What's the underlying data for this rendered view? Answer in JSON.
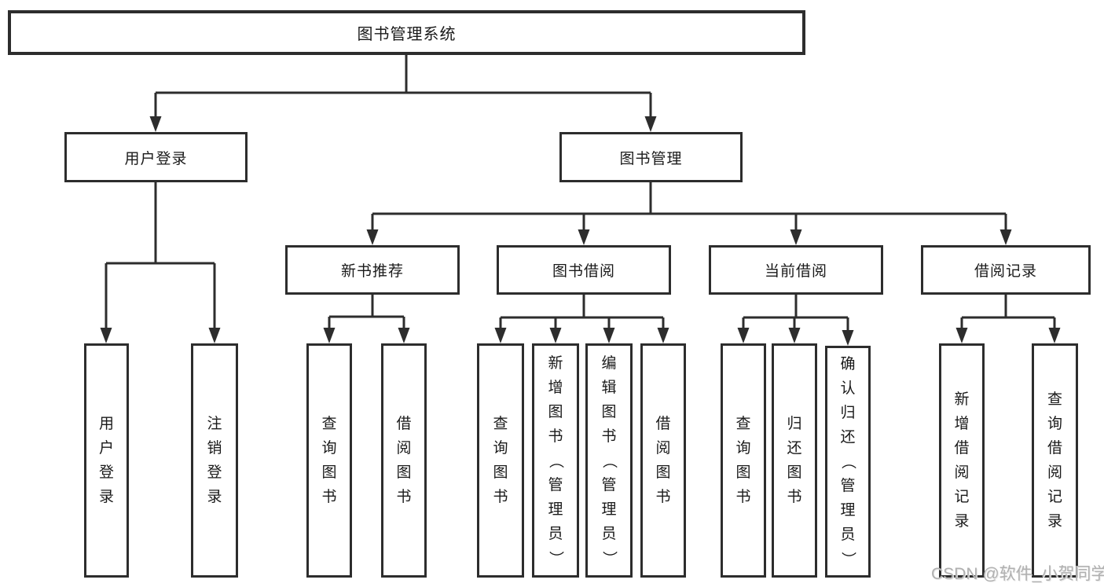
{
  "diagram": {
    "root": {
      "label": "图书管理系统"
    },
    "branches": [
      {
        "label": "用户登录",
        "children": [
          {
            "label": "用户登录"
          },
          {
            "label": "注销登录"
          }
        ]
      },
      {
        "label": "图书管理",
        "children": [
          {
            "label": "新书推荐",
            "children": [
              {
                "label": "查询图书"
              },
              {
                "label": "借阅图书"
              }
            ]
          },
          {
            "label": "图书借阅",
            "children": [
              {
                "label": "查询图书"
              },
              {
                "label": "新增图书（管理员）"
              },
              {
                "label": "编辑图书（管理员）"
              },
              {
                "label": "借阅图书"
              }
            ]
          },
          {
            "label": "当前借阅",
            "children": [
              {
                "label": "查询图书"
              },
              {
                "label": "归还图书"
              },
              {
                "label": "确认归还（管理员）"
              }
            ]
          },
          {
            "label": "借阅记录",
            "children": [
              {
                "label": "新增借阅记录"
              },
              {
                "label": "查询借阅记录"
              }
            ]
          }
        ]
      }
    ],
    "watermark": "CSDN @软件_小贺同学",
    "colors": {
      "line": "#2d2d2d",
      "text": "#1a1a1a",
      "watermark": "#b0b0b0",
      "background": "#ffffff"
    }
  }
}
